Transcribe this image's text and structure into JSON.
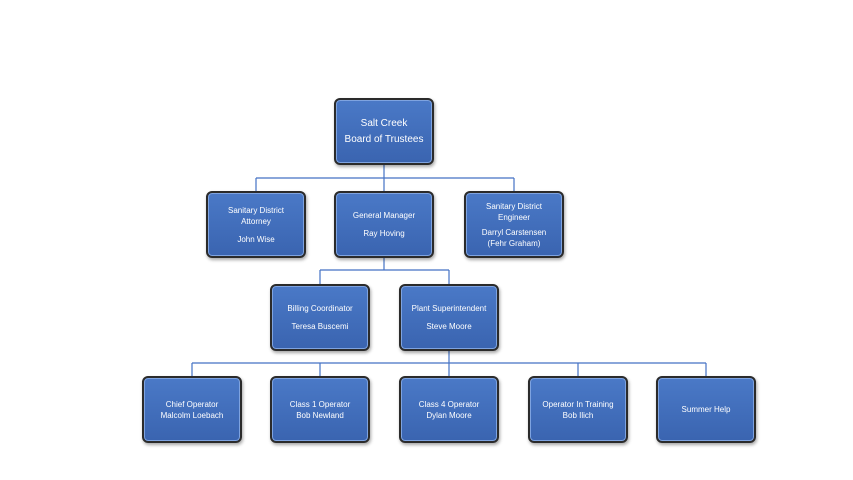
{
  "chart": {
    "board": {
      "title_1": "Salt Creek",
      "title_2": "Board of Trustees"
    },
    "attorney": {
      "title_1": "Sanitary District",
      "title_2": "Attorney",
      "name": "John Wise"
    },
    "gm": {
      "title": "General Manager",
      "name": "Ray Hoving"
    },
    "engineer": {
      "title_1": "Sanitary District",
      "title_2": "Engineer",
      "name_1": "Darryl Carstensen",
      "name_2": "(Fehr Graham)"
    },
    "billing": {
      "title": "Billing Coordinator",
      "name": "Teresa Buscemi"
    },
    "plant": {
      "title": "Plant Superintendent",
      "name": "Steve Moore"
    },
    "chief": {
      "title": "Chief Operator",
      "name": "Malcolm Loebach"
    },
    "class1": {
      "title": "Class 1 Operator",
      "name": "Bob Newland"
    },
    "class4": {
      "title": "Class 4 Operator",
      "name": "Dylan Moore"
    },
    "training": {
      "title": "Operator In Training",
      "name": "Bob Ilich"
    },
    "summer": {
      "title": "Summer Help"
    }
  },
  "colors": {
    "box_fill": "#4472c4",
    "connector": "#4472c4",
    "border": "#2b2b2b"
  }
}
